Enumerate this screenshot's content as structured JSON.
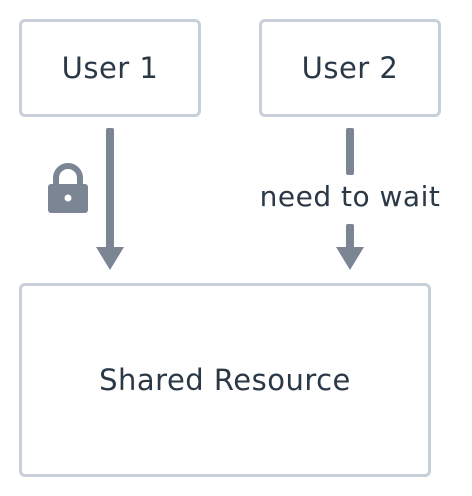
{
  "diagram": {
    "nodes": {
      "user1": "User 1",
      "user2": "User 2",
      "resource": "Shared Resource"
    },
    "edge_label": "need to wait",
    "icons": {
      "lock": "lock-icon"
    },
    "colors": {
      "arrow": "#7b8593",
      "box_border": "#c7d0d8",
      "text": "#2b3846"
    }
  }
}
